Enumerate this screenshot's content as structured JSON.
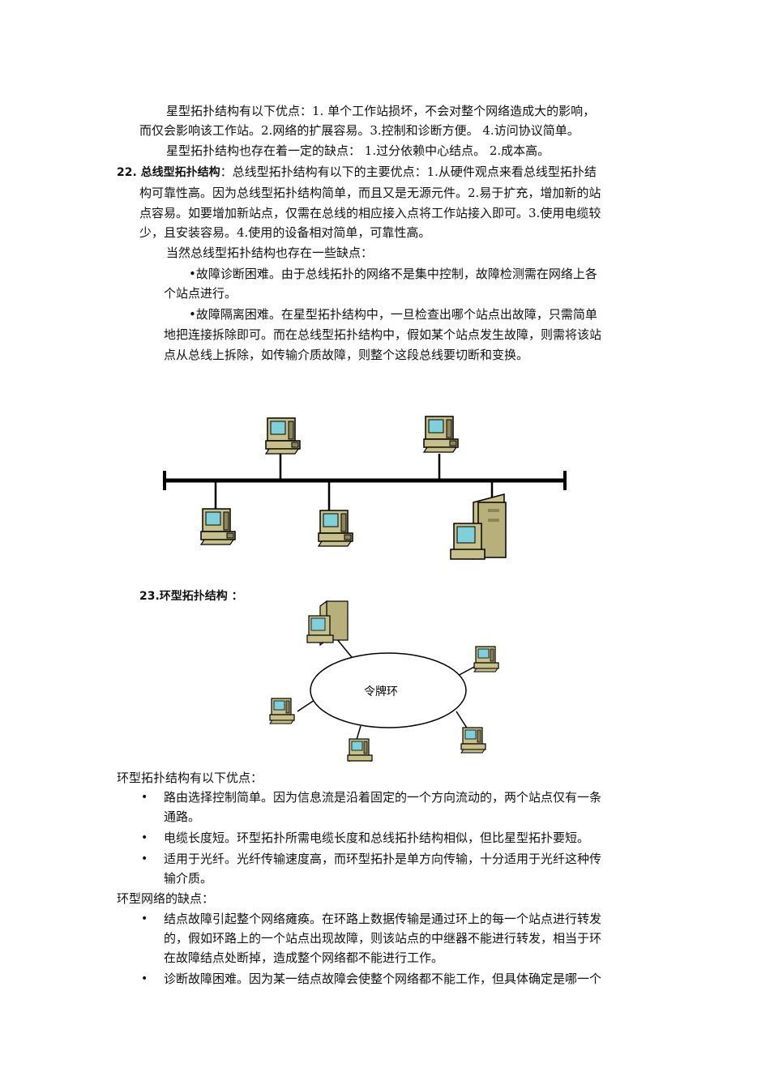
{
  "star": {
    "pros_line1": "星型拓扑结构有以下优点：1. 单个工作站损坏，不会对整个网络造成大的影响，",
    "pros_line2": "而仅会影响该工作站。2.网络的扩展容易。3.控制和诊断方便。  4.访问协议简单。",
    "cons_line": "星型拓扑结构也存在着一定的缺点：  1.过分依赖中心结点。  2.成本高。"
  },
  "bus": {
    "number": "22.",
    "title": "总线型拓扑结构",
    "line1": "：总线型拓扑结构有以下的主要优点：1.从硬件观点来看总线型拓扑结",
    "line2": "构可靠性高。因为总线型拓扑结构简单，而且又是无源元件。2.易于扩充，增加新的站",
    "line3": "点容易。如要增加新站点，仅需在总线的相应接入点将工作站接入即可。3.使用电缆较",
    "line4": "少，且安装容易。4.使用的设备相对简单，可靠性高。",
    "cons_intro": "当然总线型拓扑结构也存在一些缺点：",
    "cons1_line1": "•故障诊断困难。由于总线拓扑的网络不是集中控制，故障检测需在网络上各",
    "cons1_line2": "个站点进行。",
    "cons2_line1": "•故障隔离困难。在星型拓扑结构中，一旦检查出哪个站点出故障，只需简单",
    "cons2_line2": "地把连接拆除即可。而在总线型拓扑结构中，假如某个站点发生故障，则需将该站",
    "cons2_line3": "点从总线上拆除，如传输介质故障，则整个这段总线要切断和变换。"
  },
  "ring": {
    "heading": "23.环型拓扑结构  ：",
    "token_ring_label": "令牌环",
    "pros_title": "环型拓扑结构有以下优点：",
    "bullet": "•",
    "pro1_line1": "路由选择控制简单。因为信息流是沿着固定的一个方向流动的，两个站点仅有一条",
    "pro1_line2": "通路。",
    "pro2_line1": "电缆长度短。环型拓扑所需电缆长度和总线拓扑结构相似，但比星型拓扑要短。",
    "pro3_line1": "适用于光纤。光纤传输速度高，而环型拓扑是单方向传输，十分适用于光纤这种传",
    "pro3_line2": "输介质。",
    "cons_title": "环型网络的缺点：",
    "con1_line1": "结点故障引起整个网络瘫痪。在环路上数据传输是通过环上的每一个站点进行转发",
    "con1_line2": "的，假如环路上的一个站点出现故障，则该站点的中继器不能进行转发，相当于环",
    "con1_line3": "在故障结点处断掉，造成整个网络都不能进行工作。",
    "con2_line1": "诊断故障困难。因为某一结点故障会使整个网络都不能工作，但具体确定是哪一个"
  },
  "colors": {
    "computer_body": "#c8c08a",
    "computer_shadow": "#8c845a",
    "screen": "#7fd0d8"
  }
}
